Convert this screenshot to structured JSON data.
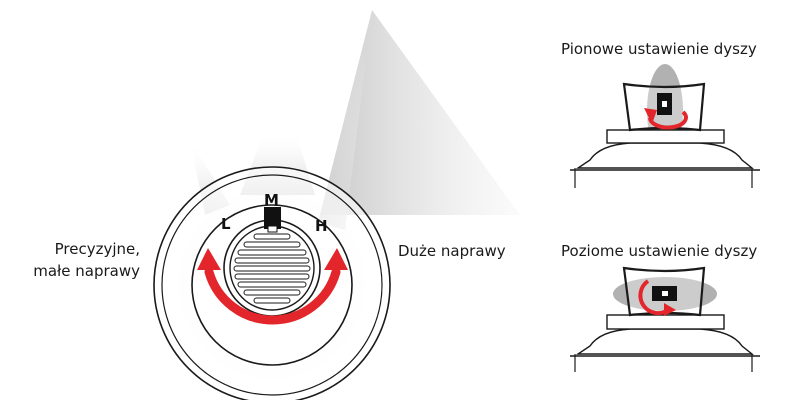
{
  "labels": {
    "left_line1": "Precyzyjne,",
    "left_line2": "małe naprawy",
    "right": "Duże naprawy",
    "vertical_nozzle": "Pionowe ustawienie dyszy",
    "horizontal_nozzle": "Poziome ustawienie dyszy"
  },
  "dial": {
    "low": "L",
    "medium": "M",
    "high": "H"
  },
  "colors": {
    "arrow_red": "#e3262b",
    "outline": "#1a1a1a",
    "beam_gray": "#c8c8c8",
    "spray_gray": "#a9a9a9"
  }
}
